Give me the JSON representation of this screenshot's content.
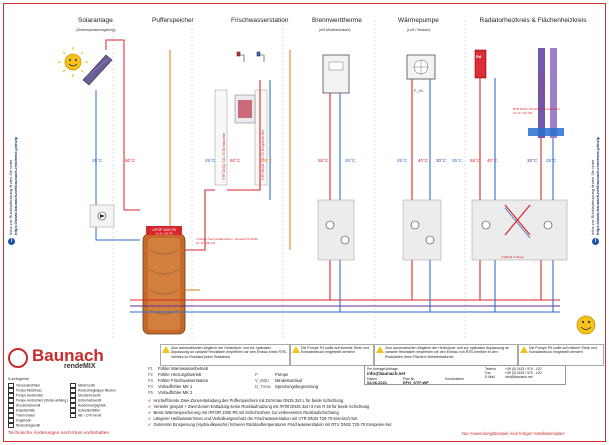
{
  "columns": [
    {
      "title": "Solaranlage",
      "sub": "(Zieltemperaturregelung)"
    },
    {
      "title": "Pufferspeicher",
      "sub": ""
    },
    {
      "title": "Frischwasserstation",
      "sub": ""
    },
    {
      "title": "Brennwerttherme",
      "sub": "(mit Mindestumlauf)"
    },
    {
      "title": "Wärmepumpe",
      "sub": "(Luft / Wasser)"
    },
    {
      "title": "Radiatorheizkreis & Flächenheizkreis",
      "sub": ""
    }
  ],
  "left_side": {
    "line1": "Infos zur Rücklaufnutzung finden Sie unter",
    "line2": "https://www.baunach.net/baunach-rendemix-prinzip"
  },
  "right_side": {
    "line1": "Infos zur Rücklaufnutzung finden Sie unter",
    "line2": "https://www.baunach.net/baunach-rendemix-prinzip"
  },
  "temps": {
    "t25a": "25°C",
    "t60a": "60°C",
    "t25b": "25°C",
    "t60b": "60°C",
    "t35a": "35°C",
    "t55": "55°C",
    "t25c": "25°C",
    "t25d": "25°C",
    "t40": "40°C",
    "t30": "30°C",
    "t25e": "25°C",
    "t55b": "55°C",
    "t40b": "40°C",
    "t30b": "30°C",
    "t25f": "25°C"
  },
  "labels": {
    "tank_label": "LIPOP 1000 P8",
    "tank_sub": "Art.-Nr.: 001 PR",
    "thermo": "4 Wege Thermostatmischer - Einsatz/Int DN32",
    "thermo_sub": "Art.-Nr.: 090 134",
    "vt1": "VTR DN32 T20-70 Einmischset",
    "vt2": "VTR DN32 T20-70 Einspeise-Set",
    "mixer_label": "4 WEGE 4-Wege",
    "rtd_label": "RTB DN15 T30-45 Mindestrücklauf",
    "rtd_sub": "Art.-Nr.: 001 108",
    "rtd2": "RTB DN15 T30-45",
    "rb_label": "Rd",
    "f_label": "F",
    "f_label2": "F_VL",
    "tlm_label": "T_LM"
  },
  "warning_boxes": [
    {
      "text": "Zum automatischen Abgleich der Heizkörper und zur optimalen Anpassung an variable Heizlasten empfehlen wir den Einbau eines RTB-Ventiles im Rücklauf jedes Radiators!"
    },
    {
      "text": "Die Pumpe P4 sollte auf kleinste Stufe und Konstantdruck eingestellt werden!"
    },
    {
      "text": "Zum automatischen Abgleich der Heizkörper und zur optimalen Anpassung an variable Heizlasten empfehlen wir den Einbau von RTB-Ventilen in den Rückläufen Ihres Flächen-Verteilerbalkens!"
    },
    {
      "text": "Die Pumpe P5 sollte auf mittlere Stufe und Konstantdruck eingestellt werden!"
    }
  ],
  "brand": {
    "name": "Baunach",
    "sub": "rendeMIX"
  },
  "legend_title": "Kurzlegende",
  "legend_left": [
    "Temperaturfühler",
    "Pumpe Mischfluss",
    "Pumpe Heizbetrieb",
    "Pumpe Heizbetrieb (Stufen-abhäng.)",
    "Drosselrückventil",
    "Einjustierhilfe",
    "Thermometer",
    "Kugelhahn",
    "Rückschlagventil"
  ],
  "legend_right": [
    "Mischrventil",
    "Rückschlagklappe Mischer",
    "Überströmventil",
    "Sicherheitsventil",
    "Ausdehnungsgefäß",
    "Schnellentlüfter",
    "AB- / ZYK-Ventil"
  ],
  "sensor_lines": [
    {
      "code": "F1",
      "text": "Fühler Warmwasserbetrieb"
    },
    {
      "code": "F2",
      "text": "Fühler Heizungsbetrieb"
    },
    {
      "code": "F3",
      "text": "Fühler Frischwasserstation"
    },
    {
      "code": "F4",
      "text": "Vorlauffühler MK 1"
    },
    {
      "code": "F5",
      "text": "Vorlauffühler MK 2"
    }
  ],
  "abbrev": [
    {
      "code": "P",
      "text": "Pumpe"
    },
    {
      "code": "V_MZU",
      "text": "Mindestumlauf"
    },
    {
      "code": "D_Tmax",
      "text": "Spreizungsbegrenzung"
    }
  ],
  "contact": {
    "email_label": "Per Anfrage/Anfrage",
    "email": "info@baunach.net",
    "date_label": "Datum",
    "date": "03.06.2021",
    "num_label": "Plan Nr.",
    "num": "EFH_STP-WP",
    "rev_label": "Konstrukteur",
    "phone1": "+49 (0) 2433 / 970 - 120",
    "phone2": "+49 (0) 2433 / 970 - 120",
    "mail2": "info@baunach.net",
    "tel_label": "Telefon",
    "fax_label": "Fax",
    "mail_label": "E-Mail"
  },
  "notes": [
    "Hocheffiziente Zwei-Zonen-Beladung des Pufferspeichers mit DUVmax DN25 3x3 L für beide Schichtung",
    "Verteiler gespart + Zwei-Zonen-Entladung keine Rücklaufnutzung mit rRTB DN25 3x4+3 mm R 35 für beide Schichtung",
    "Beste Wärmespeicherung mit rRTOR 1000 P8 mit Schichtrohren zur verbesserten Rücklaufschichtung",
    "Längerer Heißwasserrinner und Verkalkungsschutz der Frischwasserstation mit VTR DN32 T20-70 Einmisch-Set",
    "Getrennte Einspeisung (Hydraulikweiche) höheren Rücklauftemperaturen Frischwasserstation mit RTV DN32 T20-70 Einspeise-Set"
  ],
  "footer_left": "Technische Änderungen und Irrtum vorbehalten",
  "footer_right": "Nur Anwendungsbeispiel, kein fertiger Installationsplan!",
  "colors": {
    "red": "#d8262c",
    "blue": "#2a6fd0",
    "purple": "#6a2c96",
    "orange": "#e0892a",
    "sun": "#f4c21c",
    "tank": "#c66a2a",
    "frame": "#c62c2c"
  }
}
